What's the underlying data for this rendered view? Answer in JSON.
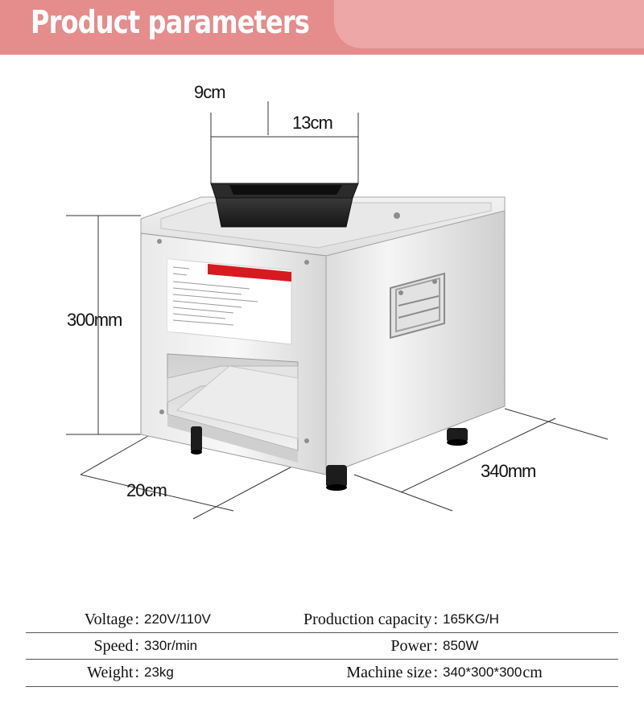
{
  "banner": {
    "title": "Product parameters"
  },
  "dimensions": {
    "hopper_depth": "9cm",
    "hopper_width": "13cm",
    "height": "300mm",
    "depth": "340mm",
    "outlet_width": "20cm"
  },
  "specs": {
    "rows": [
      [
        {
          "key": "Voltage",
          "value": "220V/110V"
        },
        {
          "key": "Production capacity",
          "value": "165KG/H"
        }
      ],
      [
        {
          "key": "Speed",
          "value": "330r/min"
        },
        {
          "key": "Power",
          "value": "850W"
        }
      ],
      [
        {
          "key": "Weight",
          "value": "23kg"
        },
        {
          "key": "Machine size",
          "value": "340*300*300",
          "unit": "cm"
        }
      ]
    ],
    "separator": ":"
  },
  "colors": {
    "banner": "#e58c8c",
    "banner_accent": "#eda7a7",
    "label_stripe": "#d71920"
  }
}
